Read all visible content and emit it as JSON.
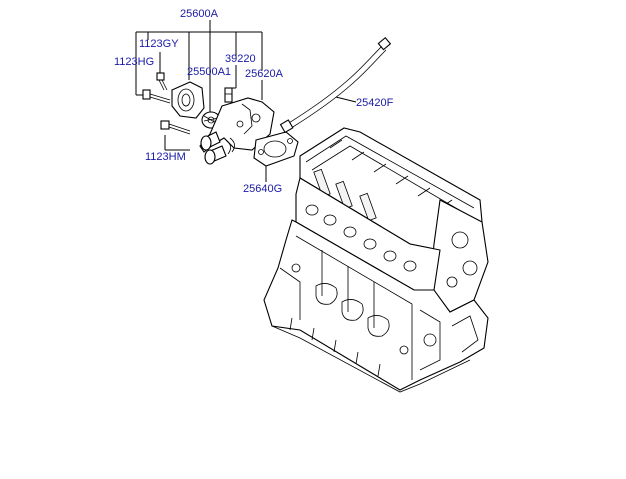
{
  "labels": {
    "assembly": "25600A",
    "bolt_gy": "1123GY",
    "bolt_hg": "1123HG",
    "thermostat": "25500A1",
    "sensor": "39220",
    "housing": "25620A",
    "hose": "25420F",
    "bolt_hm": "1123HM",
    "gasket": "25640G"
  },
  "colors": {
    "label": "#1a1aa6",
    "line": "#000000",
    "background": "#ffffff"
  }
}
